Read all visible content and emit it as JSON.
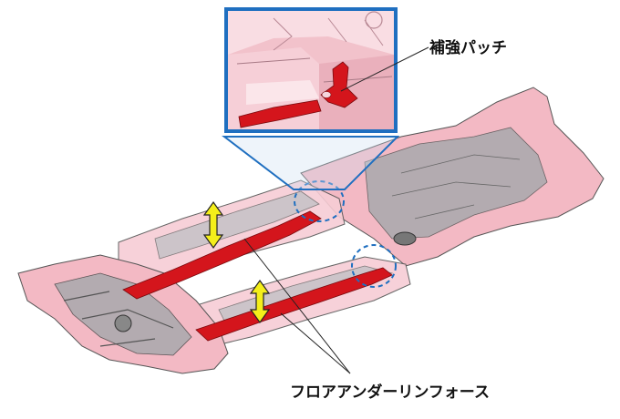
{
  "labels": {
    "patch": "補強パッチ",
    "floor_reinforce": "フロアアンダーリンフォース"
  },
  "colors": {
    "body_pink": "#f3b9c4",
    "body_grey": "#a9a9ad",
    "reinforcement_red": "#d4151c",
    "callout_blue": "#1f6fc0",
    "arrow_yellow": "#f4ee1a"
  },
  "icons": {
    "arrow": "double-headed-vertical-arrow",
    "highlight": "dashed-circle"
  }
}
